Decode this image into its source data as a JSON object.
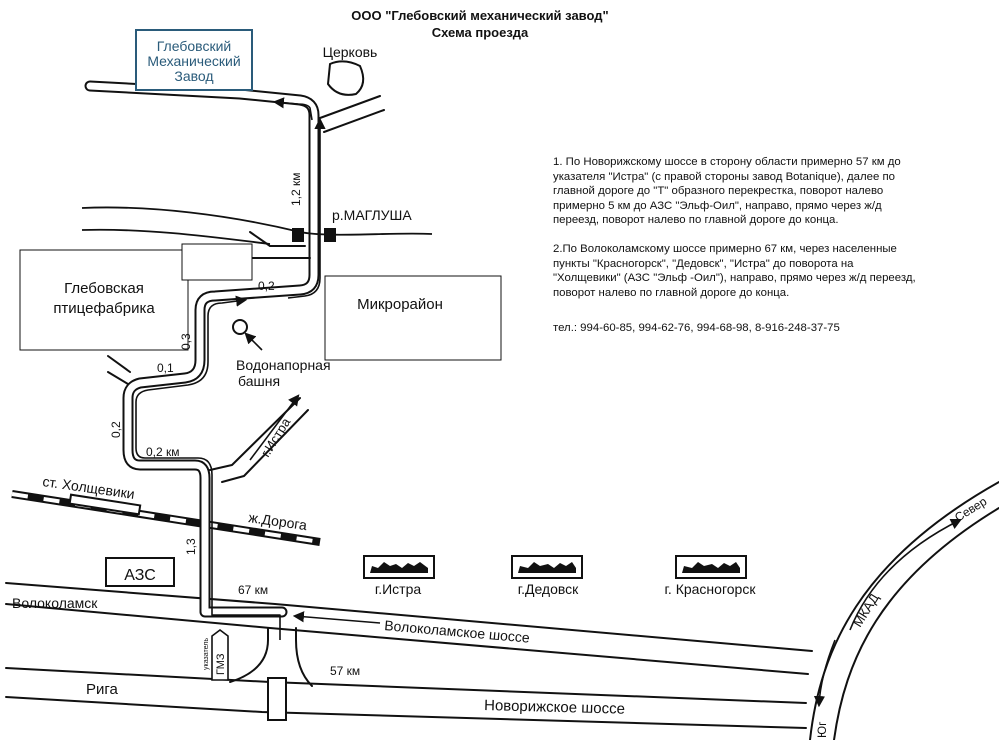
{
  "header": {
    "company": "ООО \"Глебовский механический завод\"",
    "subtitle": "Схема проезда"
  },
  "places": {
    "plant_line1": "Глебовский",
    "plant_line2": "Механический",
    "plant_line3": "Завод",
    "church": "Церковь",
    "river": "р.МАГЛУША",
    "poultry_line1": "Глебовская",
    "poultry_line2": "птицефабрика",
    "district": "Микрорайон",
    "tower_line1": "Водонапорная",
    "tower_line2": "башня",
    "istra_dir": "г.Истра",
    "station": "ст. Холщевики",
    "railway": "ж.Дорога",
    "gas_station": "АЗС",
    "sign_caption": "указатель",
    "sign_text": "ГМЗ"
  },
  "distances": {
    "d_1_2km": "1,2 км",
    "d_0_2_top": "0,2",
    "d_0_3": "0,3",
    "d_0_1": "0,1",
    "d_0_2_left": "0,2",
    "d_0_2km": "0,2 км",
    "d_1_3": "1,3",
    "d_67km": "67 км",
    "d_57km": "57 км"
  },
  "roads": {
    "volokolamsk_left": "Волоколамск",
    "volokolamsk_highway": "Волоколамское шоссе",
    "riga_left": "Рига",
    "novorizh_highway": "Новорижское шоссе",
    "mkad": "МКАД",
    "north": "Север",
    "south": "Юг"
  },
  "towns": [
    {
      "name": "г.Истра"
    },
    {
      "name": "г.Дедовск"
    },
    {
      "name": "г. Красногорск"
    }
  ],
  "directions": {
    "route1_line1": "1. По Новорижскому шоссе в сторону области примерно 57 км до",
    "route1_line2": "указателя \"Истра\" (с правой стороны завод Botanique), далее по",
    "route1_line3": "главной дороге до \"Т\" образного перекрестка, поворот налево",
    "route1_line4": "примерно 5 км до АЗС \"Эльф-Оил\", направо, прямо через ж/д",
    "route1_line5": "переезд, поворот налево по главной дороге до конца.",
    "route2_line1": "2.По Волоколамскому шоссе примерно  67 км, через населенные",
    "route2_line2": "пункты \"Красногорск\", \"Дедовск\", \"Истра\" до поворота на",
    "route2_line3": "\"Холщевики\" (АЗС \"Эльф -Оил\"), направо, прямо через ж/д переезд,",
    "route2_line4": "поворот налево по главной дороге до конца.",
    "phones": "тел.: 994-60-85, 994-62-76, 994-68-98, 8-916-248-37-75"
  },
  "colors": {
    "plant_box_border": "#2a5b7a",
    "plant_text": "#2a5b7a",
    "ink": "#111111"
  }
}
